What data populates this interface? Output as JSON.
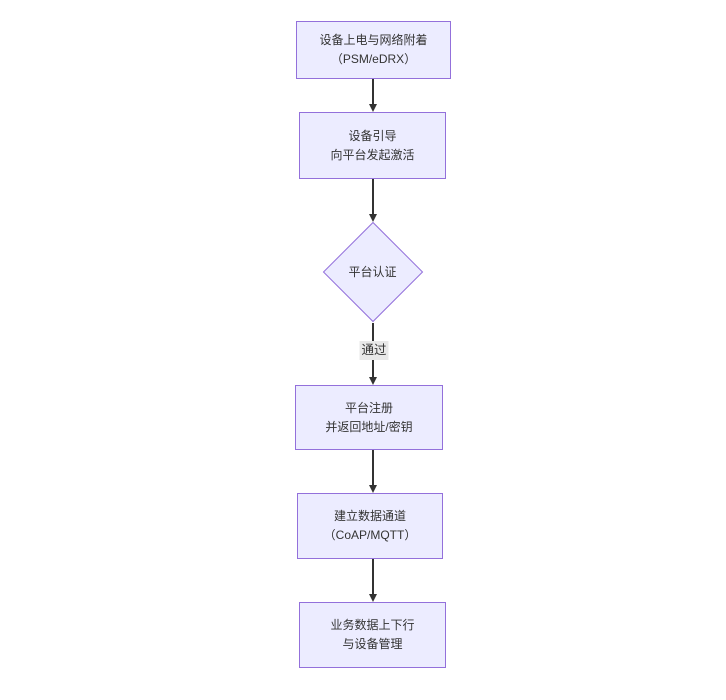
{
  "diagram": {
    "type": "flowchart",
    "direction": "top-down",
    "nodes": [
      {
        "shape": "rect",
        "lines": [
          "设备上电与网络附着",
          "（PSM/eDRX）"
        ]
      },
      {
        "shape": "rect",
        "lines": [
          "设备引导",
          "向平台发起激活"
        ]
      },
      {
        "shape": "diamond",
        "lines": [
          "平台认证"
        ]
      },
      {
        "shape": "rect",
        "lines": [
          "平台注册",
          "并返回地址/密钥"
        ]
      },
      {
        "shape": "rect",
        "lines": [
          "建立数据通道",
          "（CoAP/MQTT）"
        ]
      },
      {
        "shape": "rect",
        "lines": [
          "业务数据上下行",
          "与设备管理"
        ]
      }
    ],
    "edges": [
      {
        "from": 0,
        "to": 1,
        "label": ""
      },
      {
        "from": 1,
        "to": 2,
        "label": ""
      },
      {
        "from": 2,
        "to": 3,
        "label": "通过"
      },
      {
        "from": 3,
        "to": 4,
        "label": ""
      },
      {
        "from": 4,
        "to": 5,
        "label": ""
      }
    ],
    "colors": {
      "node_fill": "#ececff",
      "node_border": "#9370db",
      "text": "#333333",
      "edge_line": "#333333",
      "edge_label_bg": "#e8e8e8",
      "background": "#ffffff"
    }
  }
}
